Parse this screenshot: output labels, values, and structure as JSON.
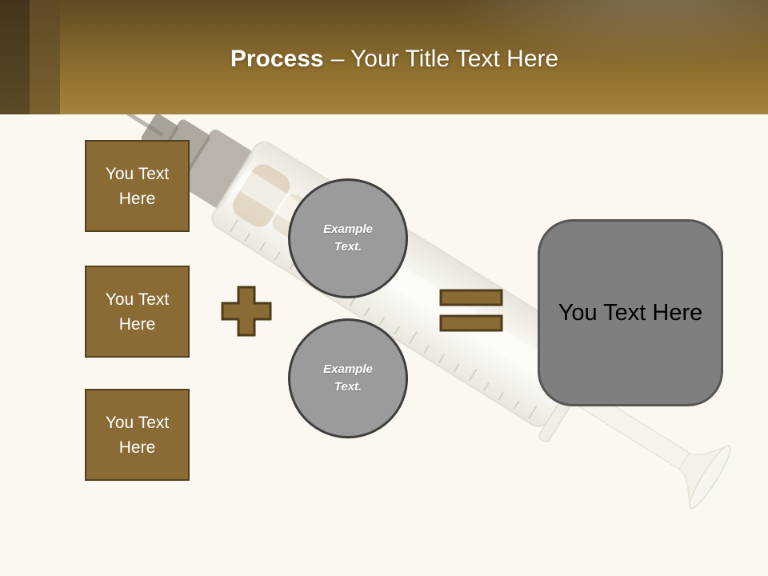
{
  "title": {
    "topic": "Process",
    "subtitle": "– Your Title Text Here"
  },
  "input_boxes": [
    {
      "label": "You Text Here"
    },
    {
      "label": "You Text Here"
    },
    {
      "label": "You Text Here"
    }
  ],
  "operators": {
    "plus": "plus-icon",
    "equals": "equals-icon"
  },
  "example_circles": [
    {
      "label": "Example Text."
    },
    {
      "label": "Example Text."
    }
  ],
  "result_box": {
    "label": "You Text Here"
  },
  "background": {
    "illustration": "faded syringe photo, diagonal top-left to bottom-right"
  },
  "colors": {
    "body_background": "#faf8f1",
    "header_gradient_top": "#5f4b23",
    "header_gradient_bottom": "#a5833e",
    "left_stripe_dark": "#43341b",
    "left_stripe_mid": "#5e4a25",
    "title_text": "#ffffff",
    "brown_fill": "#8a6b35",
    "brown_border": "#53401e",
    "circle_fill": "#9b9b9b",
    "circle_border": "#3e3e3e",
    "result_fill": "#7f7f7f",
    "result_border": "#565656",
    "result_text": "#000000"
  }
}
